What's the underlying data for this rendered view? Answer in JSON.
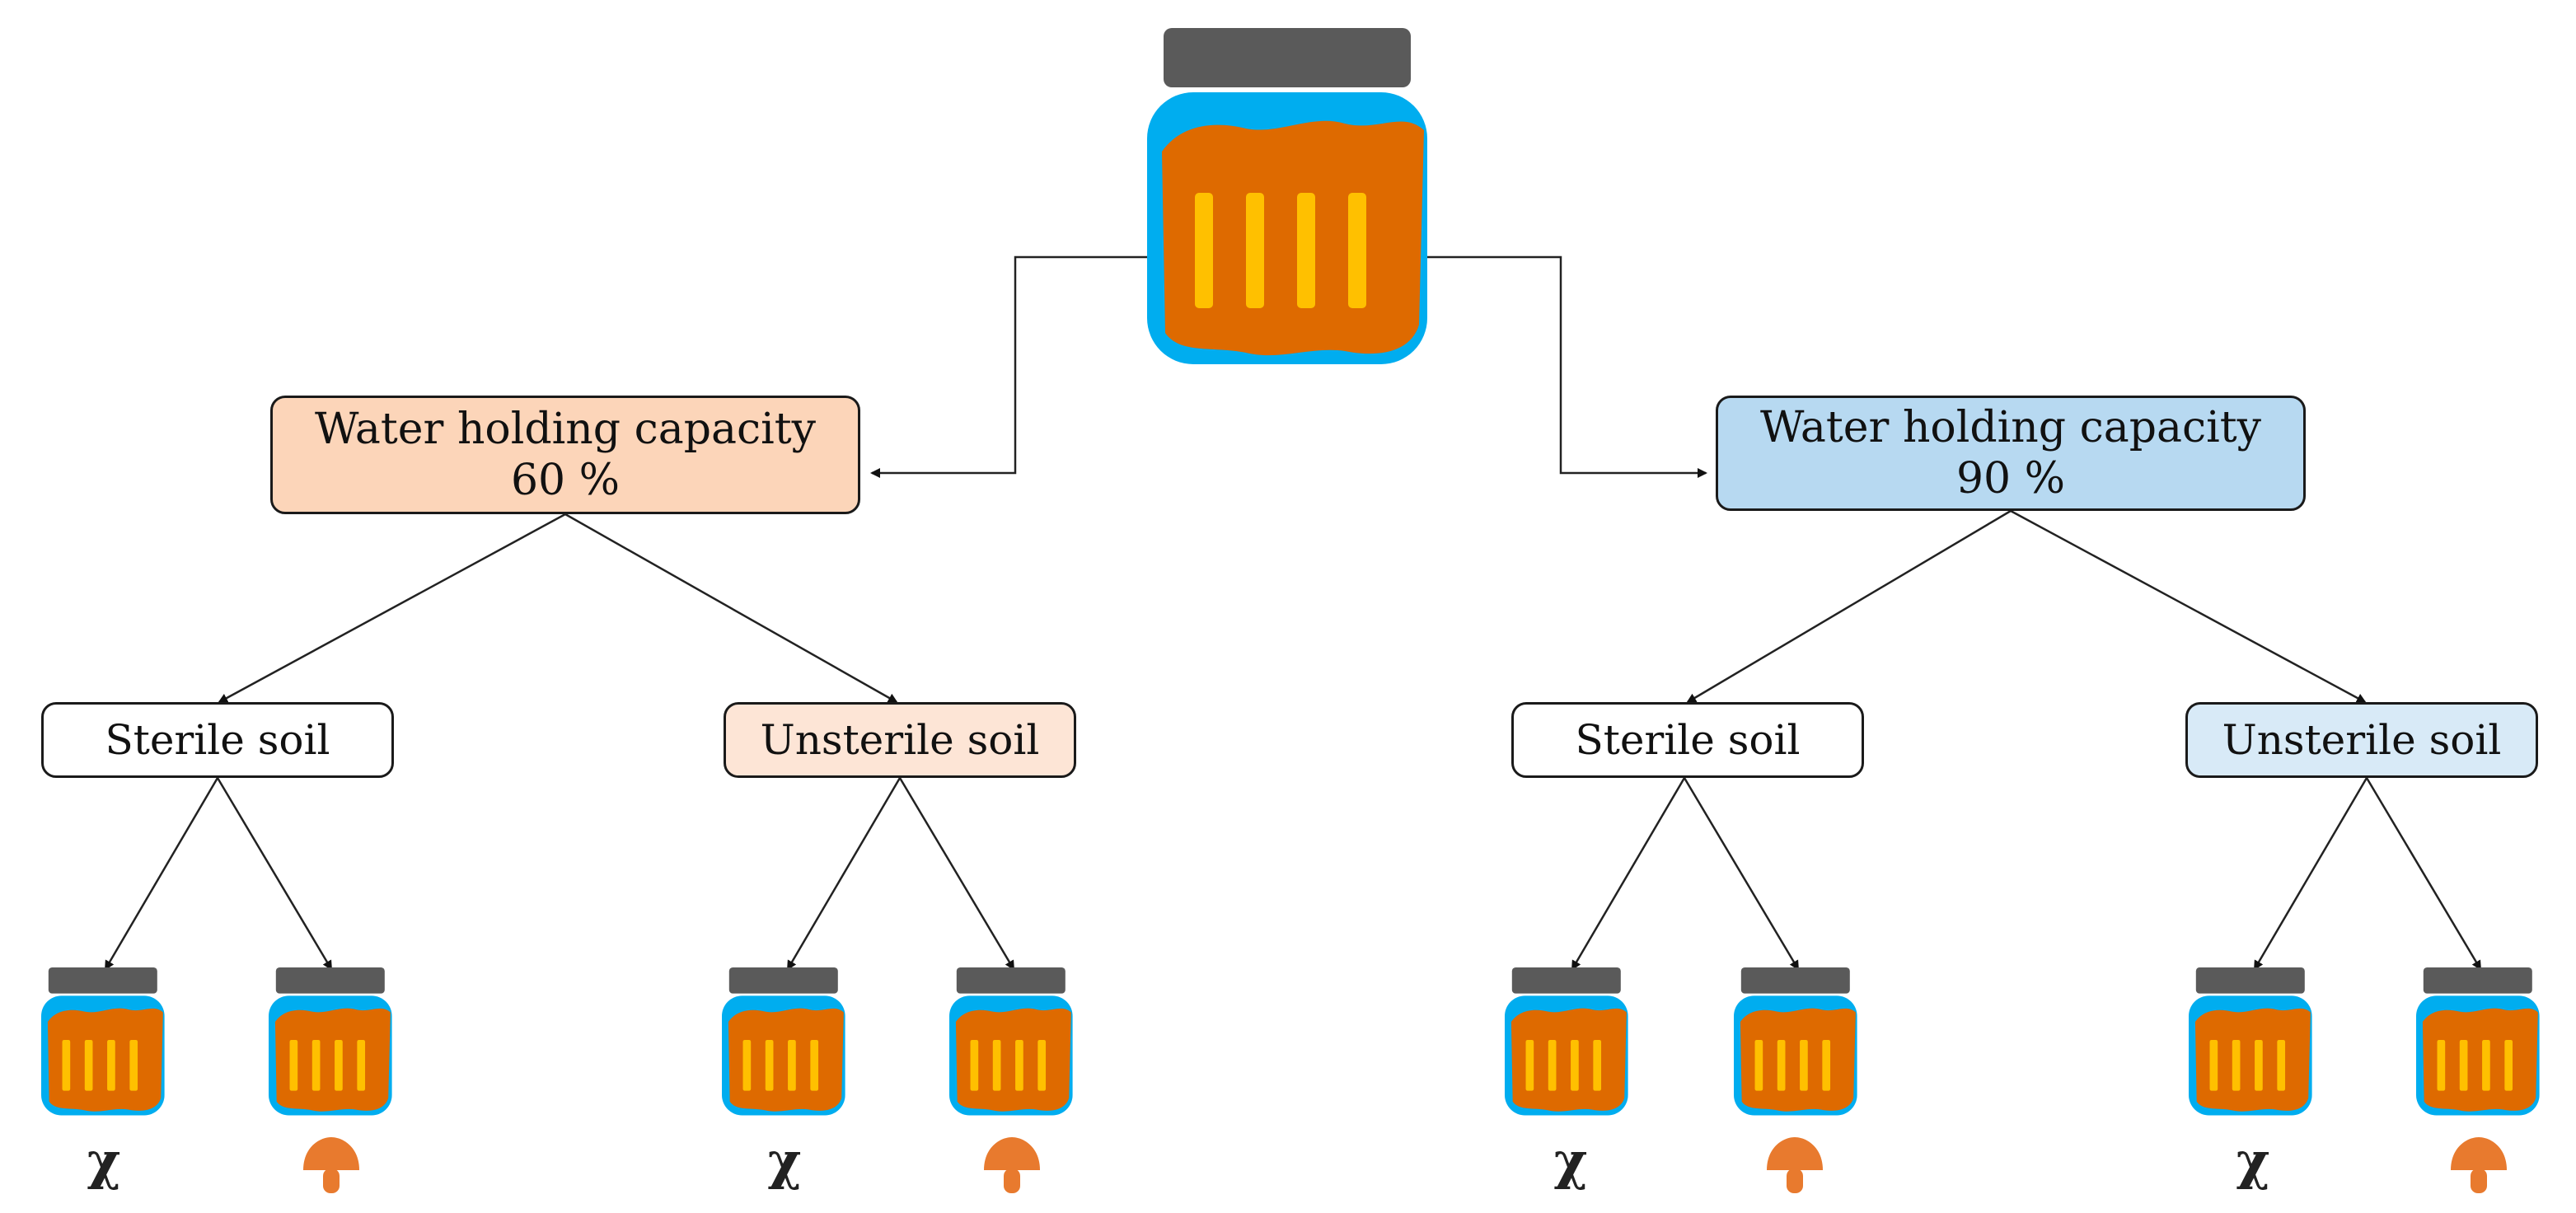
{
  "nodes": {
    "whc60": {
      "line1": "Water holding capacity",
      "line2": "60 %"
    },
    "whc90": {
      "line1": "Water holding capacity",
      "line2": "90 %"
    },
    "sterile_60": "Sterile soil",
    "unsterile_60": "Unsterile soil",
    "sterile_90": "Sterile soil",
    "unsterile_90": "Unsterile soil"
  },
  "markers": {
    "control_symbol": "χ"
  },
  "colors": {
    "jar_lid": "#5a5a5a",
    "jar_body": "#00adef",
    "soil": "#de6a00",
    "soil_bars": "#ffc000",
    "mushroom": "#e87a2e",
    "whc60_fill": "#fcd5b9",
    "unsterile60_fill": "#fde5d6",
    "whc90_fill": "#b7d9f1",
    "unsterile90_fill": "#d8eaf7",
    "sterile_fill": "#ffffff",
    "connector": "#222222"
  },
  "icons": [
    "jar-icon",
    "mushroom-icon"
  ]
}
